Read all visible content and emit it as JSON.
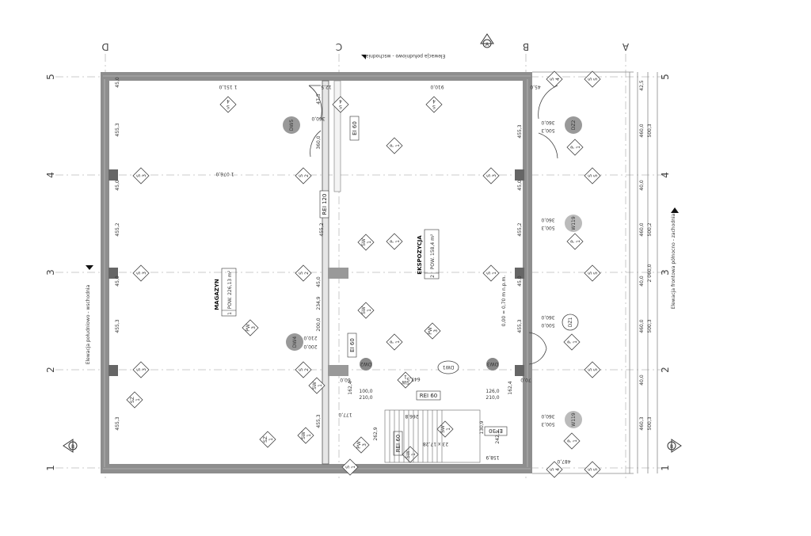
{
  "elevations": {
    "top": "Elewacja południowo - wschodnia",
    "left": "Elewacja południowo - wschodnia",
    "right": "Elewacja frontowa północno - zachodnia"
  },
  "axes": {
    "columns": [
      "D",
      "C",
      "B",
      "A"
    ],
    "rows": [
      "5",
      "4",
      "3",
      "2",
      "1"
    ]
  },
  "section_marks": {
    "A": "A",
    "B": "B"
  },
  "rooms": {
    "magazyn": {
      "name": "MAGAZYN",
      "number": "1",
      "area": "POW. 226,13 m²"
    },
    "ekspozycja": {
      "name": "EKSPOZYCJA",
      "number": "2",
      "area": "POW. 158,4 m²"
    }
  },
  "fire_ratings": {
    "ei60_top": "EI 60",
    "rei120": "REI 120",
    "ei60_mid": "EI 60",
    "rei60_a": "REI 60",
    "rei60_b": "REI 60",
    "ei30": "EI 30"
  },
  "doors": {
    "dw5": "DW5",
    "dz2": "DZ2",
    "w119_a": "W119",
    "dz1": "DZ1",
    "dw4": "DW4",
    "dw2": "DW2",
    "dw1": "DW1",
    "dw3": "DW3",
    "w119_b": "W119"
  },
  "tags": {
    "s4": "S\n4",
    "s5": "S\n5",
    "s3": "S\n3",
    "s2": "S\n2",
    "s1": "S\n1",
    "p1": "P\n1",
    "sw1": "SW\n1",
    "pw3": "PW\n3",
    "sz1": "SZ\n1"
  },
  "dims": {
    "d_45_0": "45,0",
    "d_455_3": "455,3",
    "d_455_2": "455,2",
    "d_234_9": "234,9",
    "d_200_0": "200,0",
    "d_360_0": "360,0",
    "d_210_0": "210,0",
    "d_500_3": "500,3",
    "d_500_0": "500,0",
    "d_460_0": "460,0",
    "d_460_3": "460,3",
    "d_500_2": "500,2",
    "d_2060_0": "2 060,0",
    "d_1151_0": "1 151,0",
    "d_1076_0": "1 076,0",
    "d_910_0": "910,0",
    "d_47_5": "47,5",
    "d_12_5": "12,5",
    "d_42_5": "42,5",
    "d_40_0": "40,0",
    "d_487_0": "487,0",
    "d_647_5": "647,5",
    "d_100_0": "100,0",
    "d_126_0": "126,0",
    "d_266_8": "266,8",
    "d_262_9": "262,9",
    "d_242_9": "242,9",
    "d_130_9": "130,9",
    "d_23x17": "23 x 17,28",
    "d_158_9": "158,9",
    "d_162_4": "162,4",
    "d_70_0": "70,0",
    "d_60_0": "60,0",
    "d_177_0": "177,0",
    "level": "0,00 = 0,70 m n.p.m."
  }
}
